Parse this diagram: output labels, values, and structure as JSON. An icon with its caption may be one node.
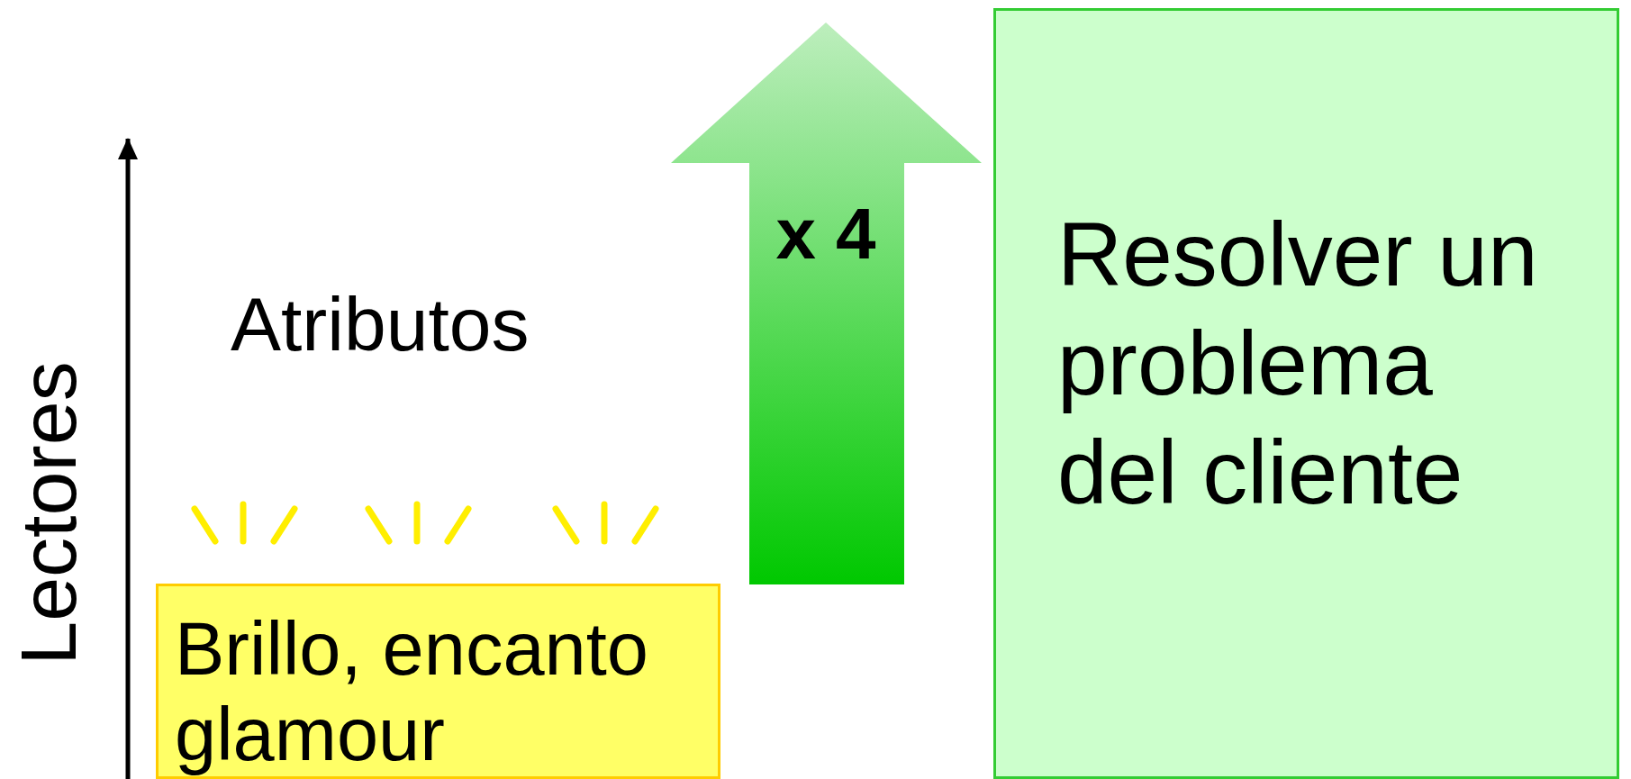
{
  "diagram": {
    "nodes": [
      {
        "text": [
          "Brillo, encanto glamour"
        ]
      },
      {
        "text": [
          "Resolver un problema del cliente"
        ]
      }
    ],
    "edges": [],
    "labels": [
      "Lectores",
      "Atributos",
      "x 4"
    ]
  }
}
